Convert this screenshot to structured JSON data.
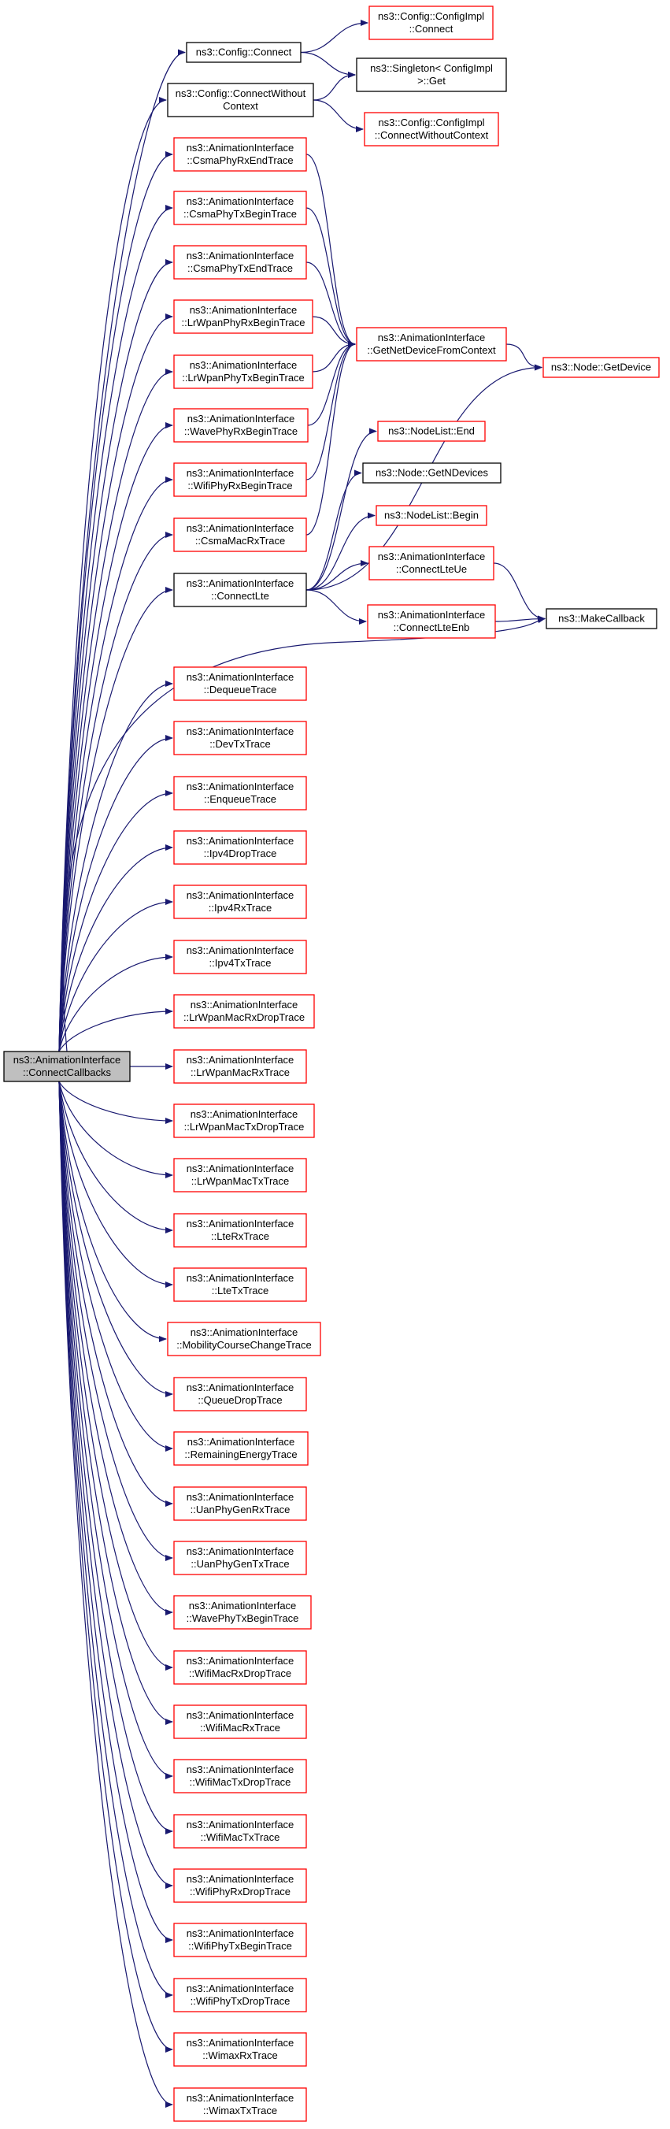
{
  "colors": {
    "edge": "#191970",
    "linked_border": "#ff0000",
    "plain_border": "#000000",
    "root_fill": "#bfbfbf",
    "background": "#ffffff"
  },
  "nodes": {
    "root": {
      "lines": [
        "ns3::AnimationInterface",
        "::ConnectCallbacks"
      ],
      "style": "root"
    },
    "config_connect": {
      "lines": [
        "ns3::Config::Connect"
      ],
      "style": "plain"
    },
    "config_connect_wc": {
      "lines": [
        "ns3::Config::ConnectWithout",
        "Context"
      ],
      "style": "plain"
    },
    "configimpl_connect": {
      "lines": [
        "ns3::Config::ConfigImpl",
        "::Connect"
      ],
      "style": "linked"
    },
    "singleton_get": {
      "lines": [
        "ns3::Singleton< ConfigImpl",
        ">::Get"
      ],
      "style": "plain"
    },
    "configimpl_connect_wc": {
      "lines": [
        "ns3::Config::ConfigImpl",
        "::ConnectWithoutContext"
      ],
      "style": "linked"
    },
    "csma_phy_rx_end": {
      "lines": [
        "ns3::AnimationInterface",
        "::CsmaPhyRxEndTrace"
      ],
      "style": "linked"
    },
    "csma_phy_tx_begin": {
      "lines": [
        "ns3::AnimationInterface",
        "::CsmaPhyTxBeginTrace"
      ],
      "style": "linked"
    },
    "csma_phy_tx_end": {
      "lines": [
        "ns3::AnimationInterface",
        "::CsmaPhyTxEndTrace"
      ],
      "style": "linked"
    },
    "lrwpan_phy_rx_begin": {
      "lines": [
        "ns3::AnimationInterface",
        "::LrWpanPhyRxBeginTrace"
      ],
      "style": "linked"
    },
    "lrwpan_phy_tx_begin": {
      "lines": [
        "ns3::AnimationInterface",
        "::LrWpanPhyTxBeginTrace"
      ],
      "style": "linked"
    },
    "wave_phy_rx_begin": {
      "lines": [
        "ns3::AnimationInterface",
        "::WavePhyRxBeginTrace"
      ],
      "style": "linked"
    },
    "wifi_phy_rx_begin": {
      "lines": [
        "ns3::AnimationInterface",
        "::WifiPhyRxBeginTrace"
      ],
      "style": "linked"
    },
    "csma_mac_rx": {
      "lines": [
        "ns3::AnimationInterface",
        "::CsmaMacRxTrace"
      ],
      "style": "linked"
    },
    "connect_lte": {
      "lines": [
        "ns3::AnimationInterface",
        "::ConnectLte"
      ],
      "style": "plain"
    },
    "get_netdevice": {
      "lines": [
        "ns3::AnimationInterface",
        "::GetNetDeviceFromContext"
      ],
      "style": "linked"
    },
    "node_getdevice": {
      "lines": [
        "ns3::Node::GetDevice"
      ],
      "style": "linked"
    },
    "nodelist_end": {
      "lines": [
        "ns3::NodeList::End"
      ],
      "style": "linked"
    },
    "node_getndevices": {
      "lines": [
        "ns3::Node::GetNDevices"
      ],
      "style": "plain"
    },
    "nodelist_begin": {
      "lines": [
        "ns3::NodeList::Begin"
      ],
      "style": "linked"
    },
    "connect_lte_ue": {
      "lines": [
        "ns3::AnimationInterface",
        "::ConnectLteUe"
      ],
      "style": "linked"
    },
    "connect_lte_enb": {
      "lines": [
        "ns3::AnimationInterface",
        "::ConnectLteEnb"
      ],
      "style": "linked"
    },
    "make_callback": {
      "lines": [
        "ns3::MakeCallback"
      ],
      "style": "plain"
    },
    "dequeue": {
      "lines": [
        "ns3::AnimationInterface",
        "::DequeueTrace"
      ],
      "style": "linked"
    },
    "devtx": {
      "lines": [
        "ns3::AnimationInterface",
        "::DevTxTrace"
      ],
      "style": "linked"
    },
    "enqueue": {
      "lines": [
        "ns3::AnimationInterface",
        "::EnqueueTrace"
      ],
      "style": "linked"
    },
    "ipv4drop": {
      "lines": [
        "ns3::AnimationInterface",
        "::Ipv4DropTrace"
      ],
      "style": "linked"
    },
    "ipv4rx": {
      "lines": [
        "ns3::AnimationInterface",
        "::Ipv4RxTrace"
      ],
      "style": "linked"
    },
    "ipv4tx": {
      "lines": [
        "ns3::AnimationInterface",
        "::Ipv4TxTrace"
      ],
      "style": "linked"
    },
    "lrwpan_mac_rx_drop": {
      "lines": [
        "ns3::AnimationInterface",
        "::LrWpanMacRxDropTrace"
      ],
      "style": "linked"
    },
    "lrwpan_mac_rx": {
      "lines": [
        "ns3::AnimationInterface",
        "::LrWpanMacRxTrace"
      ],
      "style": "linked"
    },
    "lrwpan_mac_tx_drop": {
      "lines": [
        "ns3::AnimationInterface",
        "::LrWpanMacTxDropTrace"
      ],
      "style": "linked"
    },
    "lrwpan_mac_tx": {
      "lines": [
        "ns3::AnimationInterface",
        "::LrWpanMacTxTrace"
      ],
      "style": "linked"
    },
    "lte_rx": {
      "lines": [
        "ns3::AnimationInterface",
        "::LteRxTrace"
      ],
      "style": "linked"
    },
    "lte_tx": {
      "lines": [
        "ns3::AnimationInterface",
        "::LteTxTrace"
      ],
      "style": "linked"
    },
    "mobility": {
      "lines": [
        "ns3::AnimationInterface",
        "::MobilityCourseChangeTrace"
      ],
      "style": "linked"
    },
    "queue_drop": {
      "lines": [
        "ns3::AnimationInterface",
        "::QueueDropTrace"
      ],
      "style": "linked"
    },
    "remaining_energy": {
      "lines": [
        "ns3::AnimationInterface",
        "::RemainingEnergyTrace"
      ],
      "style": "linked"
    },
    "uan_phy_gen_rx": {
      "lines": [
        "ns3::AnimationInterface",
        "::UanPhyGenRxTrace"
      ],
      "style": "linked"
    },
    "uan_phy_gen_tx": {
      "lines": [
        "ns3::AnimationInterface",
        "::UanPhyGenTxTrace"
      ],
      "style": "linked"
    },
    "wave_phy_tx_begin": {
      "lines": [
        "ns3::AnimationInterface",
        "::WavePhyTxBeginTrace"
      ],
      "style": "linked"
    },
    "wifi_mac_rx_drop": {
      "lines": [
        "ns3::AnimationInterface",
        "::WifiMacRxDropTrace"
      ],
      "style": "linked"
    },
    "wifi_mac_rx": {
      "lines": [
        "ns3::AnimationInterface",
        "::WifiMacRxTrace"
      ],
      "style": "linked"
    },
    "wifi_mac_tx_drop": {
      "lines": [
        "ns3::AnimationInterface",
        "::WifiMacTxDropTrace"
      ],
      "style": "linked"
    },
    "wifi_mac_tx": {
      "lines": [
        "ns3::AnimationInterface",
        "::WifiMacTxTrace"
      ],
      "style": "linked"
    },
    "wifi_phy_rx_drop": {
      "lines": [
        "ns3::AnimationInterface",
        "::WifiPhyRxDropTrace"
      ],
      "style": "linked"
    },
    "wifi_phy_tx_begin": {
      "lines": [
        "ns3::AnimationInterface",
        "::WifiPhyTxBeginTrace"
      ],
      "style": "linked"
    },
    "wifi_phy_tx_drop": {
      "lines": [
        "ns3::AnimationInterface",
        "::WifiPhyTxDropTrace"
      ],
      "style": "linked"
    },
    "wimax_rx": {
      "lines": [
        "ns3::AnimationInterface",
        "::WimaxRxTrace"
      ],
      "style": "linked"
    },
    "wimax_tx": {
      "lines": [
        "ns3::AnimationInterface",
        "::WimaxTxTrace"
      ],
      "style": "linked"
    }
  },
  "edges": [
    [
      "root",
      "config_connect"
    ],
    [
      "root",
      "config_connect_wc"
    ],
    [
      "root",
      "csma_phy_rx_end"
    ],
    [
      "root",
      "csma_phy_tx_begin"
    ],
    [
      "root",
      "csma_phy_tx_end"
    ],
    [
      "root",
      "lrwpan_phy_rx_begin"
    ],
    [
      "root",
      "lrwpan_phy_tx_begin"
    ],
    [
      "root",
      "wave_phy_rx_begin"
    ],
    [
      "root",
      "wifi_phy_rx_begin"
    ],
    [
      "root",
      "csma_mac_rx"
    ],
    [
      "root",
      "connect_lte"
    ],
    [
      "root",
      "make_callback"
    ],
    [
      "root",
      "dequeue"
    ],
    [
      "root",
      "devtx"
    ],
    [
      "root",
      "enqueue"
    ],
    [
      "root",
      "ipv4drop"
    ],
    [
      "root",
      "ipv4rx"
    ],
    [
      "root",
      "ipv4tx"
    ],
    [
      "root",
      "lrwpan_mac_rx_drop"
    ],
    [
      "root",
      "lrwpan_mac_rx"
    ],
    [
      "root",
      "lrwpan_mac_tx_drop"
    ],
    [
      "root",
      "lrwpan_mac_tx"
    ],
    [
      "root",
      "lte_rx"
    ],
    [
      "root",
      "lte_tx"
    ],
    [
      "root",
      "mobility"
    ],
    [
      "root",
      "queue_drop"
    ],
    [
      "root",
      "remaining_energy"
    ],
    [
      "root",
      "uan_phy_gen_rx"
    ],
    [
      "root",
      "uan_phy_gen_tx"
    ],
    [
      "root",
      "wave_phy_tx_begin"
    ],
    [
      "root",
      "wifi_mac_rx_drop"
    ],
    [
      "root",
      "wifi_mac_rx"
    ],
    [
      "root",
      "wifi_mac_tx_drop"
    ],
    [
      "root",
      "wifi_mac_tx"
    ],
    [
      "root",
      "wifi_phy_rx_drop"
    ],
    [
      "root",
      "wifi_phy_tx_begin"
    ],
    [
      "root",
      "wifi_phy_tx_drop"
    ],
    [
      "root",
      "wimax_rx"
    ],
    [
      "root",
      "wimax_tx"
    ],
    [
      "config_connect",
      "configimpl_connect"
    ],
    [
      "config_connect",
      "singleton_get"
    ],
    [
      "config_connect_wc",
      "singleton_get"
    ],
    [
      "config_connect_wc",
      "configimpl_connect_wc"
    ],
    [
      "csma_phy_rx_end",
      "get_netdevice"
    ],
    [
      "csma_phy_tx_begin",
      "get_netdevice"
    ],
    [
      "csma_phy_tx_end",
      "get_netdevice"
    ],
    [
      "lrwpan_phy_rx_begin",
      "get_netdevice"
    ],
    [
      "lrwpan_phy_tx_begin",
      "get_netdevice"
    ],
    [
      "wave_phy_rx_begin",
      "get_netdevice"
    ],
    [
      "wifi_phy_rx_begin",
      "get_netdevice"
    ],
    [
      "csma_mac_rx",
      "get_netdevice"
    ],
    [
      "get_netdevice",
      "node_getdevice"
    ],
    [
      "connect_lte",
      "node_getdevice"
    ],
    [
      "connect_lte",
      "nodelist_end"
    ],
    [
      "connect_lte",
      "node_getndevices"
    ],
    [
      "connect_lte",
      "nodelist_begin"
    ],
    [
      "connect_lte",
      "connect_lte_ue"
    ],
    [
      "connect_lte",
      "connect_lte_enb"
    ],
    [
      "connect_lte_ue",
      "make_callback"
    ],
    [
      "connect_lte_enb",
      "make_callback"
    ]
  ]
}
